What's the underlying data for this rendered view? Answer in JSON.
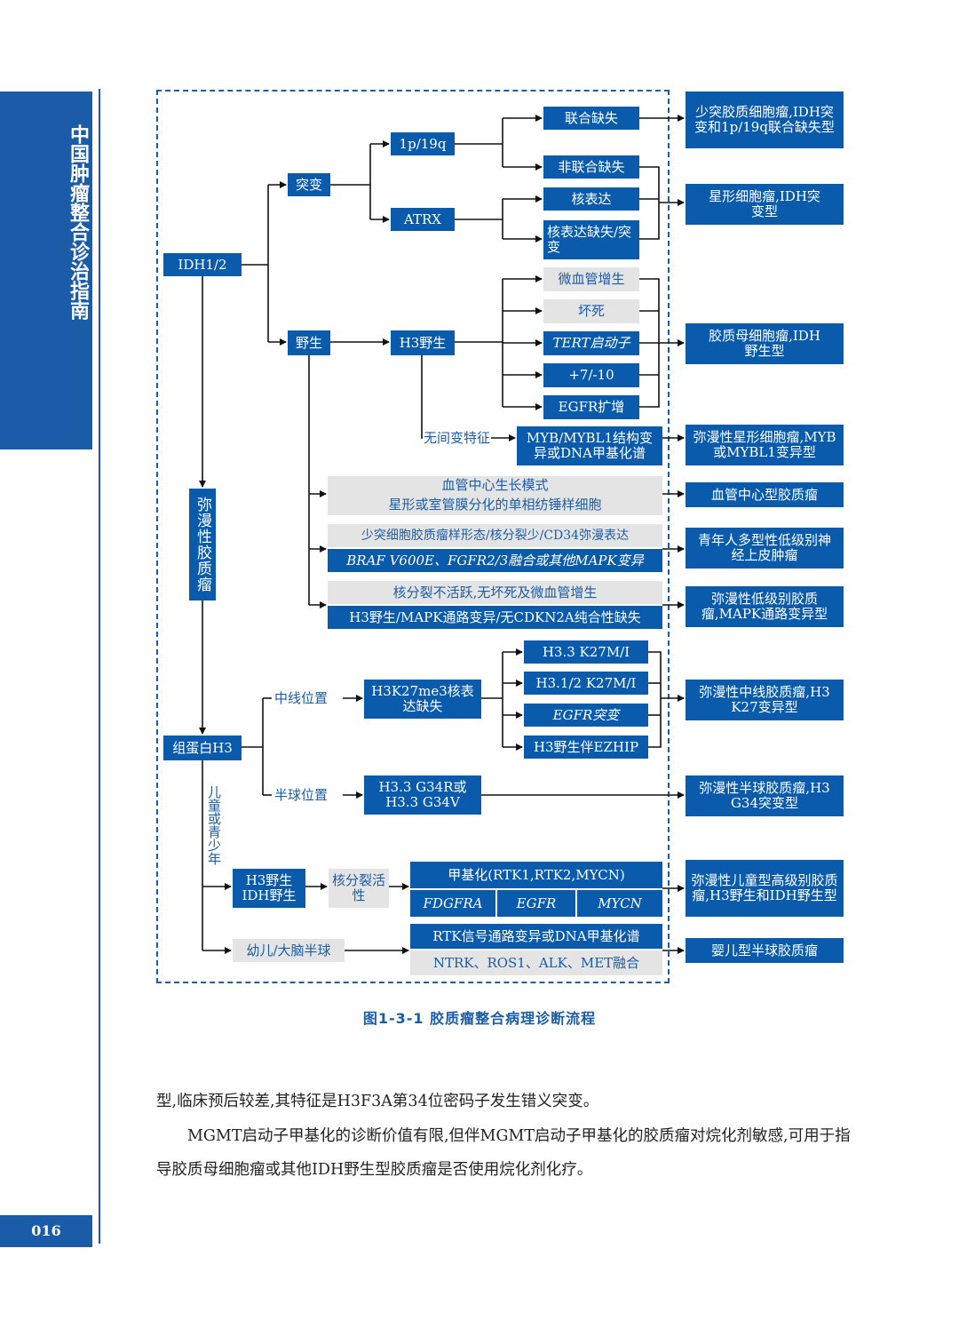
{
  "sidebar": {
    "title": "中国肿瘤整合诊治指南",
    "page_number": "016"
  },
  "diagram": {
    "idh": "IDH1/2",
    "mutant": "突变",
    "wild": "野生",
    "n1p19q": "1p/19q",
    "atrx": "ATRX",
    "codel": "联合缺失",
    "noncodel": "非联合缺失",
    "nuclear_expr": "核表达",
    "nuclear_loss": "核表达缺失/突变",
    "h3wild": "H3野生",
    "microvasc": "微血管增生",
    "necrosis": "坏死",
    "tert": "TERT启动子",
    "chr710": "+7/-10",
    "egfr_amp": "EGFR扩增",
    "no_feature": "无间变特征",
    "myb": "MYB/MYBL1结构变异或DNA甲基化谱",
    "angio_a": "血管中心生长模式",
    "angio_b": "星形或室管膜分化的单相纺锤样细胞",
    "pylg_a": "少突细胞胶质瘤样形态/核分裂少/CD34弥漫表达",
    "pylg_b": "BRAF V600E、FGFR2/3融合或其他MAPK变异",
    "dlg_a": "核分裂不活跃,无坏死及微血管增生",
    "dlg_b": "H3野生/MAPK通路变异/无CDKN2A纯合性缺失",
    "diffuse": "弥漫性胶质瘤",
    "histone": "组蛋白H3",
    "midline": "中线位置",
    "hemisphere": "半球位置",
    "k27loss": "H3K27me3核表达缺失",
    "k27_1": "H3.3 K27M/I",
    "k27_2": "H3.1/2 K27M/I",
    "k27_3": "EGFR突变",
    "k27_4": "H3野生伴EZHIP",
    "g34": "H3.3 G34R或H3.3 G34V",
    "child": "儿童或青少年",
    "h3idh": "H3野生IDH野生",
    "mitotic": "核分裂活性",
    "meth": "甲基化(RTK1,RTK2,MYCN)",
    "fdg": "FDGFRA",
    "egfr": "EGFR",
    "mycn": "MYCN",
    "infant": "幼儿/大脑半球",
    "rtk": "RTK信号通路变异或DNA甲基化谱",
    "ntrk": "NTRK、ROS1、ALK、MET融合"
  },
  "outcomes": {
    "o1": "少突胶质细胞瘤,IDH突变和1p/19q联合缺失型",
    "o2": "星形细胞瘤,IDH突变型",
    "o3": "胶质母细胞瘤,IDH野生型",
    "o4": "弥漫性星形细胞瘤,MYB或MYBL1变异型",
    "o5": "血管中心型胶质瘤",
    "o6": "青年人多型性低级别神经上皮肿瘤",
    "o7": "弥漫性低级别胶质瘤,MAPK通路变异型",
    "o8": "弥漫性中线胶质瘤,H3 K27变异型",
    "o9": "弥漫性半球胶质瘤,H3 G34突变型",
    "o10": "弥漫性儿童型高级别胶质瘤,H3野生和IDH野生型",
    "o11": "婴儿型半球胶质瘤"
  },
  "caption": "图1-3-1   胶质瘤整合病理诊断流程",
  "body_text": {
    "p1": "型,临床预后较差,其特征是H3F3A第34位密码子发生错义突变。",
    "p2": "MGMT启动子甲基化的诊断价值有限,但伴MGMT启动子甲基化的胶质瘤对烷化剂敏感,可用于指导胶质母细胞瘤或其他IDH野生型胶质瘤是否使用烷化剂化疗。"
  },
  "colors": {
    "brand_blue": "#0a5bab",
    "box_gray": "#e4e4e4",
    "label_blue": "#1b5ca6"
  }
}
